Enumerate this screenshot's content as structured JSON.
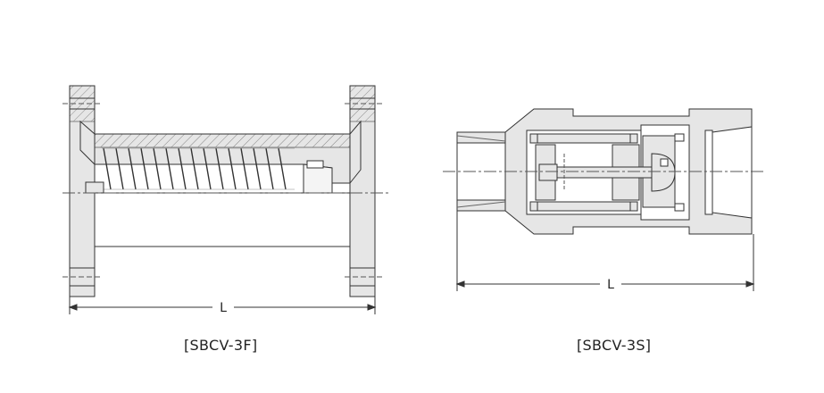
{
  "figures": [
    {
      "caption": "[SBCV-3F]",
      "dimension_label": "L"
    },
    {
      "caption": "[SBCV-3S]",
      "dimension_label": "L"
    }
  ],
  "colors": {
    "outline": "#333333",
    "body_fill": "#e6e6e6",
    "cavity_fill": "#ffffff",
    "hatch": "#444444",
    "centerline": "#555555"
  }
}
